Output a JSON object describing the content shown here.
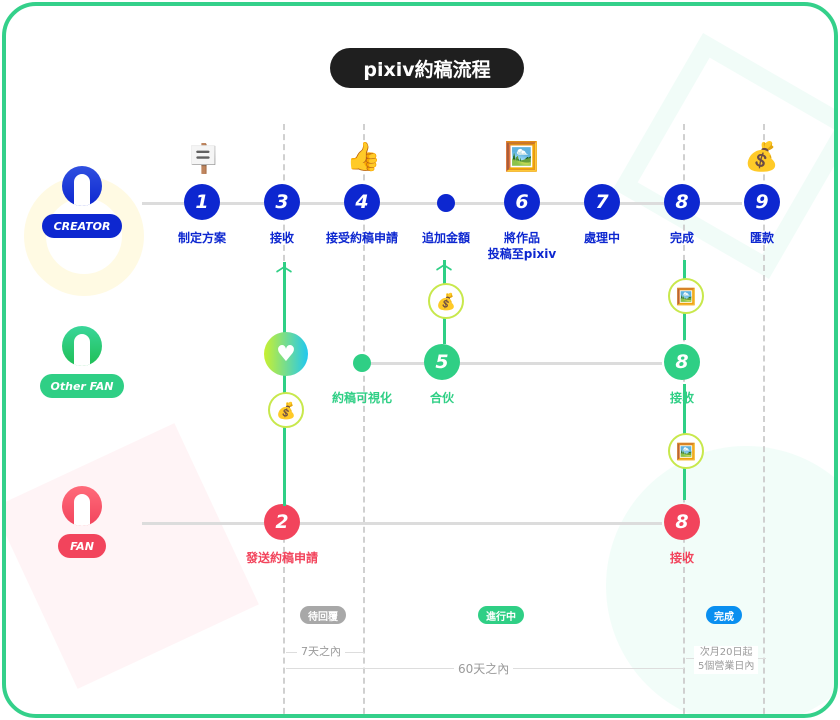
{
  "title": "pixiv約稿流程",
  "roles": {
    "creator": "CREATOR",
    "other_fan": "Other FAN",
    "fan": "FAN"
  },
  "creator_steps": [
    {
      "num": "1",
      "label": "制定方案"
    },
    {
      "num": "3",
      "label": "接收"
    },
    {
      "num": "4",
      "label": "接受約稿申請"
    },
    {
      "num": "",
      "label": "追加金額"
    },
    {
      "num": "6",
      "label": "將作品",
      "label2": "投稿至pixiv"
    },
    {
      "num": "7",
      "label": "處理中"
    },
    {
      "num": "8",
      "label": "完成"
    },
    {
      "num": "9",
      "label": "匯款"
    }
  ],
  "other_fan_steps": [
    {
      "num": "",
      "label": "約稿可視化"
    },
    {
      "num": "5",
      "label": "合伙"
    },
    {
      "num": "8",
      "label": "接收"
    }
  ],
  "fan_steps": [
    {
      "num": "2",
      "label": "發送約稿申請"
    },
    {
      "num": "8",
      "label": "接收"
    }
  ],
  "status_badges": {
    "waiting": "待回覆",
    "in_progress": "進行中",
    "done": "完成"
  },
  "durations": {
    "reply": "7天之內",
    "progress": "60天之內",
    "payout_line1": "次月20日起",
    "payout_line2": "5個營業日內"
  },
  "colors": {
    "creator": "#0d27d0",
    "other_fan": "#2fcf85",
    "fan": "#f2445c",
    "waiting": "#a8a8a8",
    "done": "#0a8ff0",
    "frame": "#34d08a"
  }
}
